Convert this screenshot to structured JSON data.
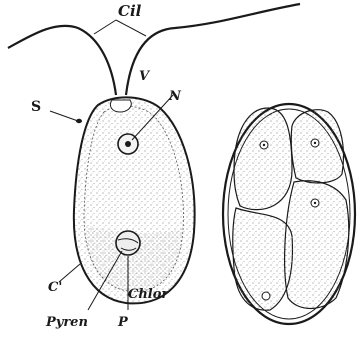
{
  "figure": {
    "labels": {
      "cilia": "Cil",
      "vacuole": "V",
      "nucleus": "N",
      "stigma": "S",
      "cell_wall": "C'",
      "chloroplast": "Chlor",
      "pyrenoid": "Pyren",
      "plasma": "P"
    }
  }
}
